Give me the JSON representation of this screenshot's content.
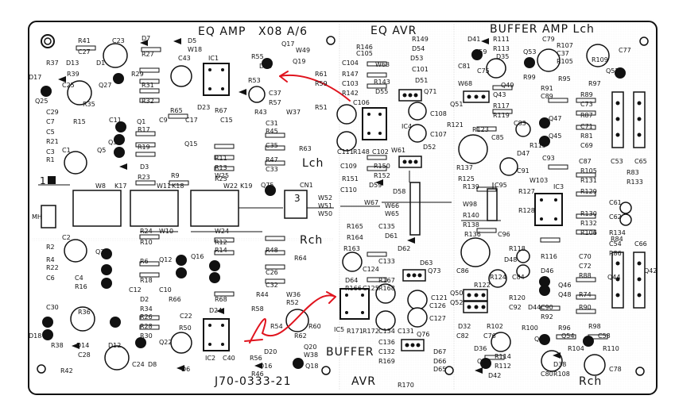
{
  "sections": {
    "eq_amp": "EQ AMP",
    "model": "X08 A/6",
    "eq_avr": "EQ AVR",
    "buffer_amp": "BUFFER AMP Lch",
    "lch": "Lch",
    "rch_mid": "Rch",
    "buffer": "BUFFER",
    "avr": "AVR",
    "rch_bottom": "Rch",
    "board_number": "J70-0333-21"
  },
  "connectors": {
    "cn1": "CN1",
    "pin1": "1",
    "pin3": "3",
    "mh": "MH"
  },
  "labels": {
    "r41": "R41",
    "c27": "C27",
    "d7": "D7",
    "r27": "R27",
    "c23": "C23",
    "d5": "D5",
    "w18": "W18",
    "r37": "R37",
    "d13": "D13",
    "d1": "D1",
    "r39": "R39",
    "d17": "D17",
    "r29": "R29",
    "c25": "C25",
    "q27": "Q27",
    "r31": "R31",
    "q25": "Q25",
    "r35": "R35",
    "r32": "R32",
    "c29": "C29",
    "r65": "R65",
    "c9": "C9",
    "c17": "C17",
    "c15": "C15",
    "c11": "C11",
    "c7": "C7",
    "r15": "R15",
    "r17": "R17",
    "c5": "C5",
    "r19": "R19",
    "r21": "R21",
    "q3": "Q3",
    "r1": "R1",
    "c1": "C1",
    "d3": "D3",
    "r23": "R23",
    "q1": "Q1",
    "q5": "Q5",
    "c3": "C3",
    "r9": "R9",
    "r11": "R11",
    "r13": "R13",
    "r25": "R25",
    "w8": "W8",
    "k17": "K17",
    "w11": "W11",
    "k18": "K18",
    "w22": "W22",
    "k19": "K19",
    "r24": "R24",
    "w10": "W10",
    "r10": "R10",
    "w24": "W24",
    "r12": "R12",
    "r14": "R14",
    "r2": "R2",
    "c2": "C2",
    "q26": "Q26",
    "r4": "R4",
    "r22": "R22",
    "c6": "C6",
    "c4": "C4",
    "r16": "R16",
    "r6": "R6",
    "r18": "R18",
    "q12": "Q12",
    "q16": "Q16",
    "c12": "C12",
    "c10": "C10",
    "r66": "R66",
    "r68": "R68",
    "d2": "D2",
    "r34": "R34",
    "c30": "C30",
    "r36": "R36",
    "r26": "R26",
    "r28": "R28",
    "r30": "R30",
    "q22": "Q22",
    "r50": "R50",
    "c22": "C22",
    "d24": "D24",
    "d18": "D18",
    "r38": "R38",
    "d14": "D14",
    "c28": "C28",
    "d12": "D12",
    "c24": "C24",
    "d8": "D8",
    "r42": "R42",
    "d6": "D6",
    "ic2": "IC2",
    "c40": "C40",
    "ic1": "IC1",
    "c43": "C43",
    "r55": "R55",
    "d19": "D19",
    "r53": "R53",
    "q17": "Q17",
    "w49": "W49",
    "q19": "Q19",
    "r61": "R61",
    "r59": "R59",
    "c37": "C37",
    "r57": "R57",
    "w37": "W37",
    "r51": "R51",
    "r43": "R43",
    "c31": "C31",
    "r45": "R45",
    "r63": "R63",
    "c35": "C35",
    "r47": "R47",
    "c33": "C33",
    "w25": "W25",
    "r67": "R67",
    "d23": "D23",
    "q15": "Q15",
    "r34b": "R34",
    "r48": "R48",
    "r64": "R64",
    "c26": "C26",
    "c32": "C32",
    "r44": "R44",
    "w36": "W36",
    "r52": "R52",
    "r58": "R58",
    "r54": "R54",
    "r60": "R60",
    "r62": "R62",
    "d20": "D20",
    "q20": "Q20",
    "w38": "W38",
    "r56": "R56",
    "d16": "D16",
    "q18": "Q18",
    "r46": "R46",
    "q75": "Q75",
    "r149": "R149",
    "r146": "R146",
    "c105": "C105",
    "d54": "D54",
    "d53": "D53",
    "c104": "C104",
    "w63": "W63",
    "r147": "R147",
    "c101": "C101",
    "c103": "C103",
    "r143": "R143",
    "d51": "D51",
    "r142": "R142",
    "d55": "D55",
    "q71": "Q71",
    "c106": "C106",
    "c108": "C108",
    "ic4": "IC4",
    "c107": "C107",
    "c111": "C111",
    "r148": "R148",
    "c102": "C102",
    "w61": "W61",
    "d52": "D52",
    "c109": "C109",
    "r150": "R150",
    "r151": "R151",
    "r152": "R152",
    "d59": "D59",
    "c110": "C110",
    "d58": "D58",
    "w67": "W67",
    "w66": "W66",
    "w65": "W65",
    "w52": "W52",
    "w51": "W51",
    "w50": "W50",
    "r165": "R165",
    "c135": "C135",
    "d61": "D61",
    "r164": "R164",
    "r163": "R163",
    "d62": "D62",
    "c133": "C133",
    "c124": "C124",
    "d63": "D63",
    "d64": "D64",
    "c125": "C125",
    "r166": "R166",
    "r167": "R167",
    "q73": "Q73",
    "c121": "C121",
    "r168": "R168",
    "c126": "C126",
    "c127": "C127",
    "ic5": "IC5",
    "r171": "R171",
    "r172": "R172",
    "c134": "C134",
    "c131": "C131",
    "c136": "C136",
    "d67": "D67",
    "c132": "C132",
    "r169": "R169",
    "d66": "D66",
    "d65": "D65",
    "r170": "R170",
    "q76": "Q76",
    "d41": "D41",
    "r111": "R111",
    "c79": "C79",
    "r107": "R107",
    "c77": "C77",
    "r113": "R113",
    "d35": "D35",
    "c37b": "C37",
    "r109": "R109",
    "q59": "Q59",
    "q53": "Q53",
    "c81": "C81",
    "r105": "R105",
    "c75": "C75",
    "q57": "Q57",
    "r99": "R99",
    "r95": "R95",
    "r97": "R97",
    "w68": "W68",
    "q49": "Q49",
    "r91": "R91",
    "r89": "R89",
    "q43": "Q43",
    "c89": "C89",
    "q51": "Q51",
    "r117": "R117",
    "c73": "C73",
    "r119": "R119",
    "r87": "R87",
    "q47": "Q47",
    "c71": "C71",
    "r121": "R121",
    "r123": "R123",
    "c83": "C83",
    "r81": "R81",
    "c85": "C85",
    "q45": "Q45",
    "c69": "C69",
    "r115": "R115",
    "d47": "D47",
    "c87": "C87",
    "c91": "C91",
    "c93": "C93",
    "r137": "R137",
    "r125": "R125",
    "r105b": "R105",
    "c53": "C53",
    "c65": "C65",
    "r83": "R83",
    "r139": "R139",
    "c95": "C95",
    "w103": "W103",
    "r131": "R131",
    "r133": "R133",
    "r127": "R127",
    "ic3": "IC3",
    "r129": "R129",
    "w98": "W98",
    "c61": "C61",
    "r128": "R128",
    "c62": "C62",
    "r130": "R130",
    "r132": "R132",
    "r140": "R140",
    "r134": "R134",
    "r138": "R138",
    "r84": "R84",
    "r136": "R136",
    "r106": "R106",
    "c96": "C96",
    "c86": "C86",
    "c54": "C54",
    "c66": "C66",
    "r118": "R118",
    "r116": "R116",
    "d48": "D48",
    "c70": "C70",
    "r88": "R88",
    "r120": "R120",
    "r86": "R86",
    "d46": "D46",
    "c72": "C72",
    "q44": "Q44",
    "q42": "Q42",
    "r122": "R122",
    "q46": "Q46",
    "r74": "R74",
    "q48": "Q48",
    "q52": "Q52",
    "c84": "C84",
    "r124": "R124",
    "q50": "Q50",
    "d44": "D44",
    "c90": "C90",
    "r90": "R90",
    "c92": "C92",
    "r92": "R92",
    "r100": "R100",
    "r96": "R96",
    "r98": "R98",
    "c82": "C82",
    "d32": "D32",
    "q56": "Q56",
    "q54": "Q54",
    "c76": "C76",
    "r102": "R102",
    "d36": "D36",
    "c58": "C58",
    "d42": "D42",
    "r112": "R112",
    "c80": "C80",
    "r108": "R108",
    "c78": "C78",
    "r104": "R104",
    "r110": "R110",
    "q58": "Q58",
    "r114": "R114",
    "q58b": "Q58",
    "d38": "D38"
  },
  "colors": {
    "ink": "#111111",
    "paper": "#ffffff",
    "annotation": "#e0141e",
    "trace_light": "#b8b8b8"
  }
}
